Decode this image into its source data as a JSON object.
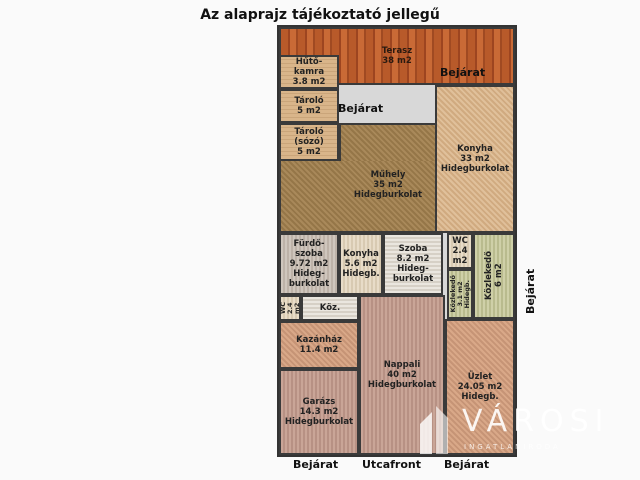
{
  "title": "Az alaprajz tájékoztató jellegű",
  "rooms": {
    "terasz": "Terasz\n38 m2",
    "hutokamra": "Hűtő-\nkamra\n3.8 m2",
    "tarolo1": "Tároló\n5 m2",
    "tarolo2": "Tároló\n(sózó)\n5 m2",
    "konyha_big": "Konyha\n33 m2\nHidegburkolat",
    "muhely": "Műhely\n35 m2\nHidegburkolat",
    "furdo": "Fürdő-\nszoba\n9.72 m2\nHideg-\nburkolat",
    "konyha_small": "Konyha\n5.6 m2\nHidegb.",
    "szoba": "Szoba\n8.2 m2\nHideg-\nburkolat",
    "wc_top": "WC\n2.4\nm2",
    "kozlekedo": "Közlekedő\n6 m2",
    "rooms_small": "Közlekedő\n3.1 m2\nHidegb.",
    "wc_left": "WC\n2.4\nm2",
    "koz": "Köz.",
    "kazanhaz": "Kazánház\n11.4 m2",
    "nappali": "Nappali\n40 m2\nHidegburkolat",
    "uzlet": "Üzlet\n24.05 m2\nHidegb.",
    "garazs": "Garázs\n14.3 m2\nHidegburkolat"
  },
  "entrances": {
    "terasz": "Bejárat",
    "muhely": "Bejárat",
    "right": "Bejárat",
    "bottom_left": "Bejárat",
    "street": "Utcafront",
    "bottom_right": "Bejárat"
  },
  "brand": {
    "name": "VÁROSI",
    "sub": "INGATLANIRODA"
  }
}
